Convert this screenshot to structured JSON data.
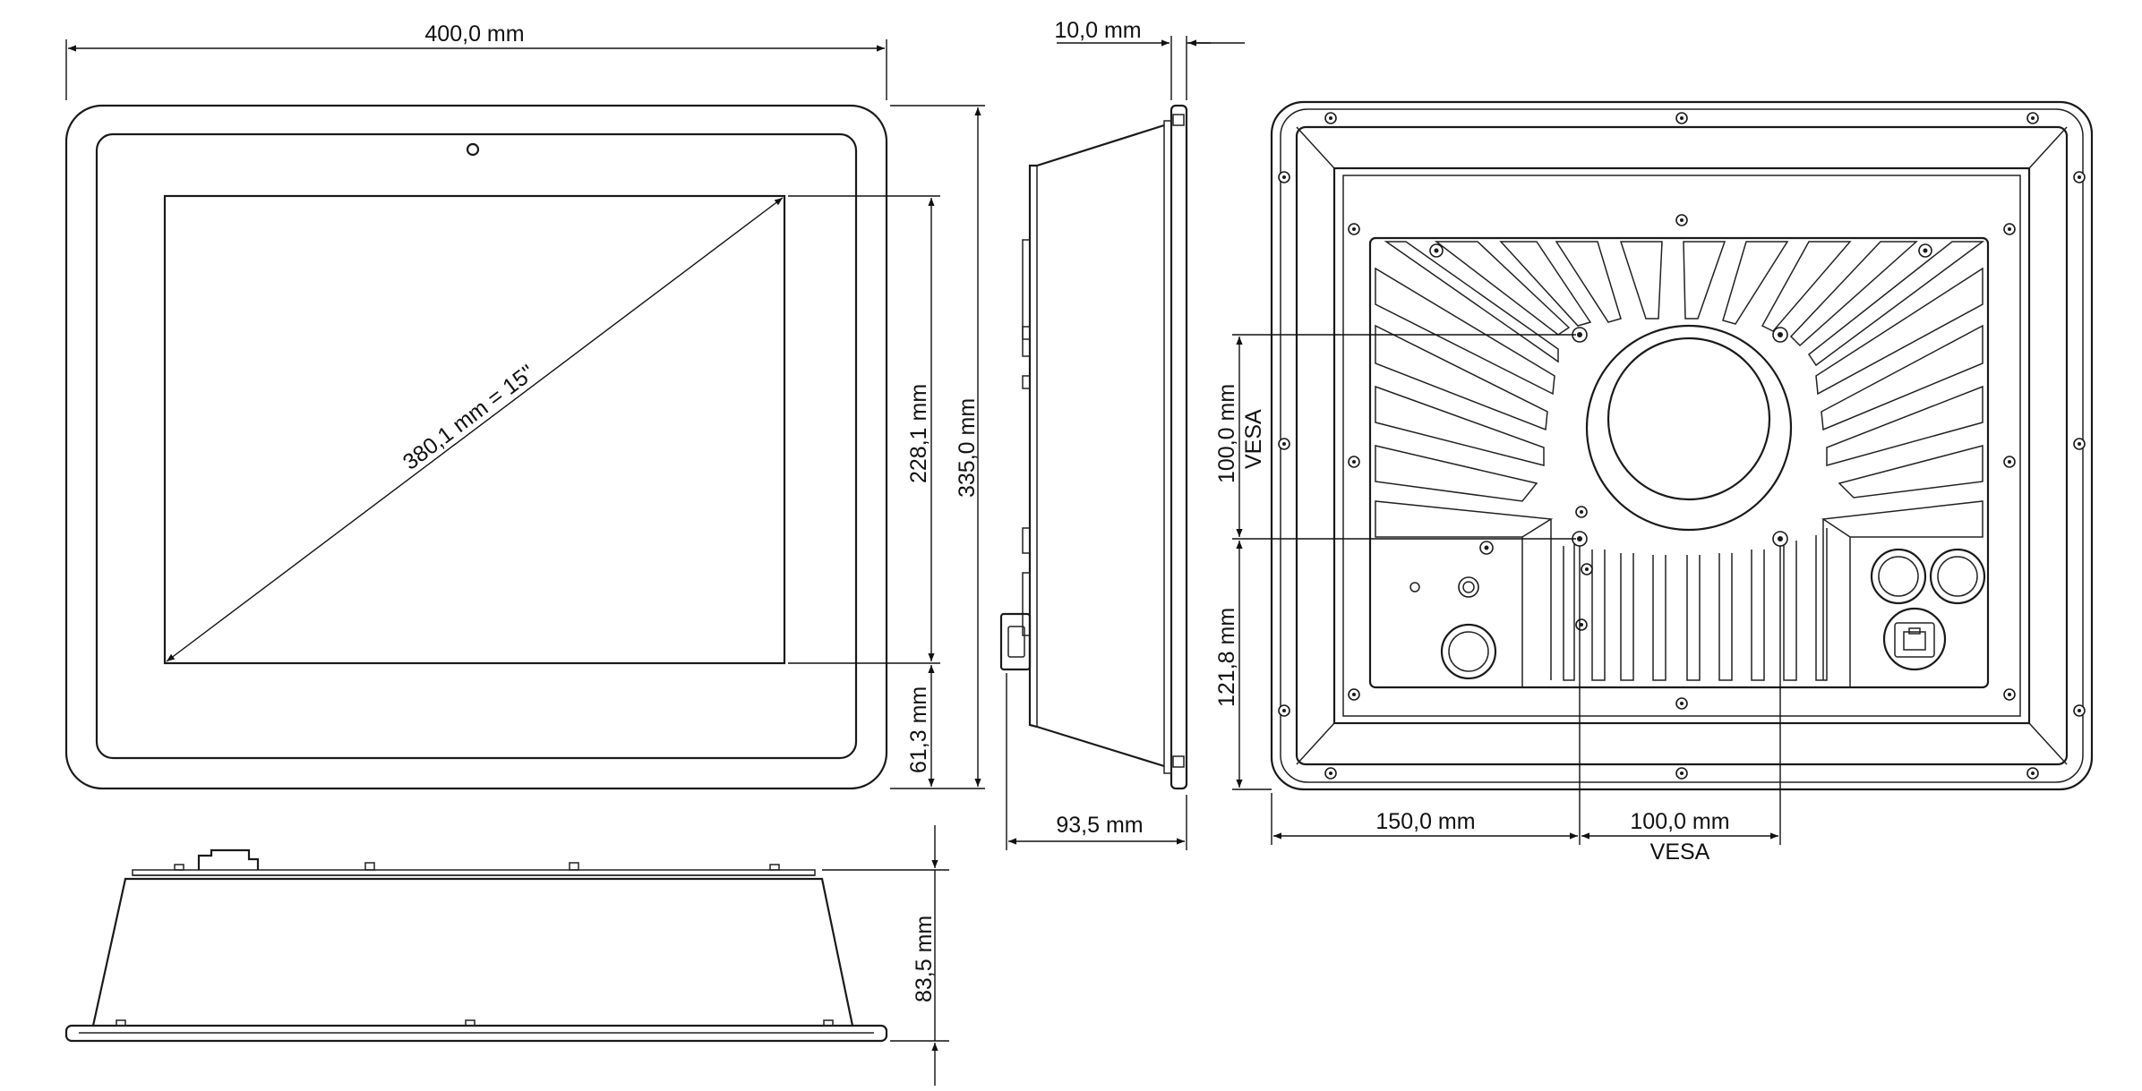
{
  "dimensions": {
    "width_overall": "400,0 mm",
    "bezel_depth": "10,0 mm",
    "screen_diagonal": "380,1 mm = 15\"",
    "screen_height": "228,1 mm",
    "height_overall": "335,0 mm",
    "bottom_offset": "61,3 mm",
    "side_depth": "93,5 mm",
    "vesa_vertical_value": "100,0 mm",
    "vesa_vertical_label": "VESA",
    "vesa_vertical_offset": "121,8 mm",
    "vesa_horizontal_offset": "150,0 mm",
    "vesa_horizontal_value": "100,0 mm",
    "vesa_horizontal_label": "VESA",
    "bottom_view_depth": "83,5 mm"
  },
  "colors": {
    "line": "#1a1a1a",
    "background": "#ffffff"
  }
}
